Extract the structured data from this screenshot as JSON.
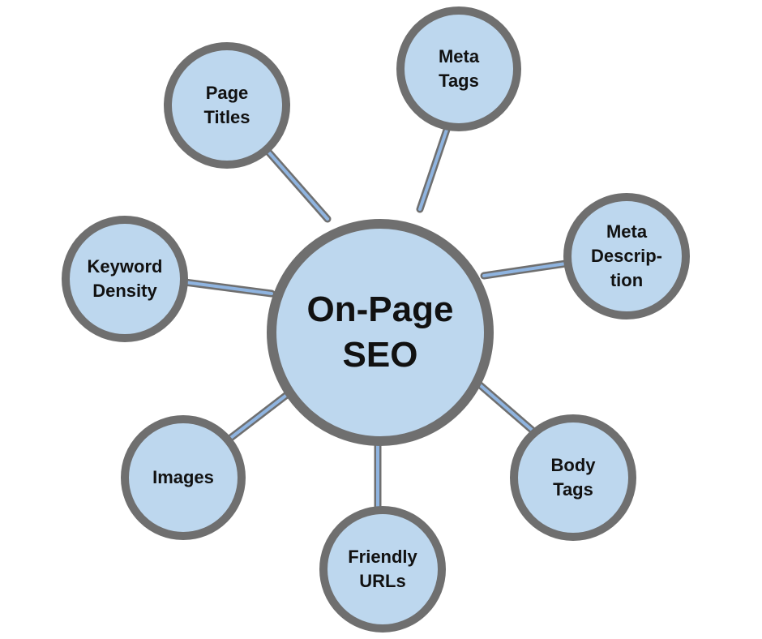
{
  "colors": {
    "node_fill": "#bdd7ee",
    "node_border": "#6f6f6f",
    "connector_outer": "#6f6f6f",
    "connector_inner": "#8fb4e0",
    "text": "#111111",
    "background": "#ffffff"
  },
  "hub": {
    "lines": [
      "On-Page",
      "SEO"
    ]
  },
  "satellites": [
    {
      "id": "page-titles",
      "lines": [
        "Page",
        "Titles"
      ]
    },
    {
      "id": "meta-tags",
      "lines": [
        "Meta",
        "Tags"
      ]
    },
    {
      "id": "meta-description",
      "lines": [
        "Meta",
        "Descrip-",
        "tion"
      ]
    },
    {
      "id": "body-tags",
      "lines": [
        "Body",
        "Tags"
      ]
    },
    {
      "id": "friendly-urls",
      "lines": [
        "Friendly",
        "URLs"
      ]
    },
    {
      "id": "images",
      "lines": [
        "Images"
      ]
    },
    {
      "id": "keyword-density",
      "lines": [
        "Keyword",
        "Density"
      ]
    }
  ]
}
